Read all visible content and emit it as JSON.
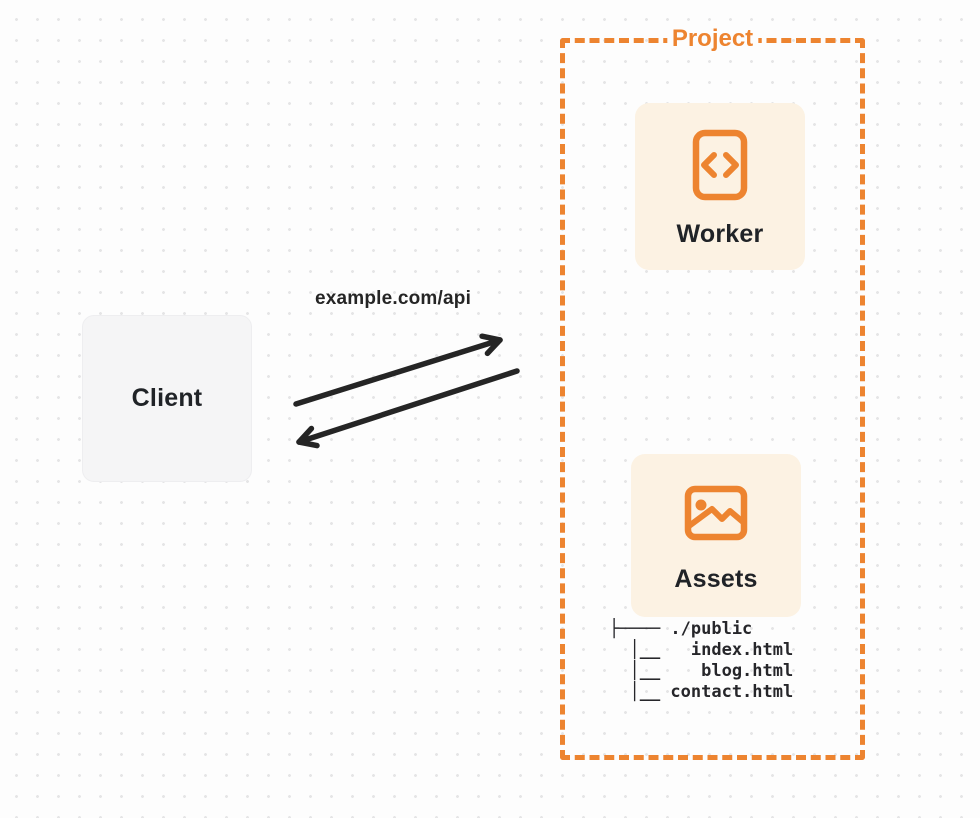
{
  "colors": {
    "accent_orange": "#ED8430",
    "card_cream": "#FCF2E3",
    "client_gray": "#F5F5F6",
    "arrow_dark": "#252525",
    "text_dark": "#202327"
  },
  "diagram": {
    "client": {
      "label": "Client"
    },
    "request": {
      "label": "example.com/api"
    },
    "project": {
      "label": "Project",
      "worker": {
        "label": "Worker",
        "icon": "code-file-icon"
      },
      "assets": {
        "label": "Assets",
        "icon": "image-icon"
      },
      "file_tree": {
        "lines": [
          "├──── ./public",
          "  │__   index.html",
          "  │__    blog.html",
          "  │__ contact.html"
        ]
      }
    }
  }
}
